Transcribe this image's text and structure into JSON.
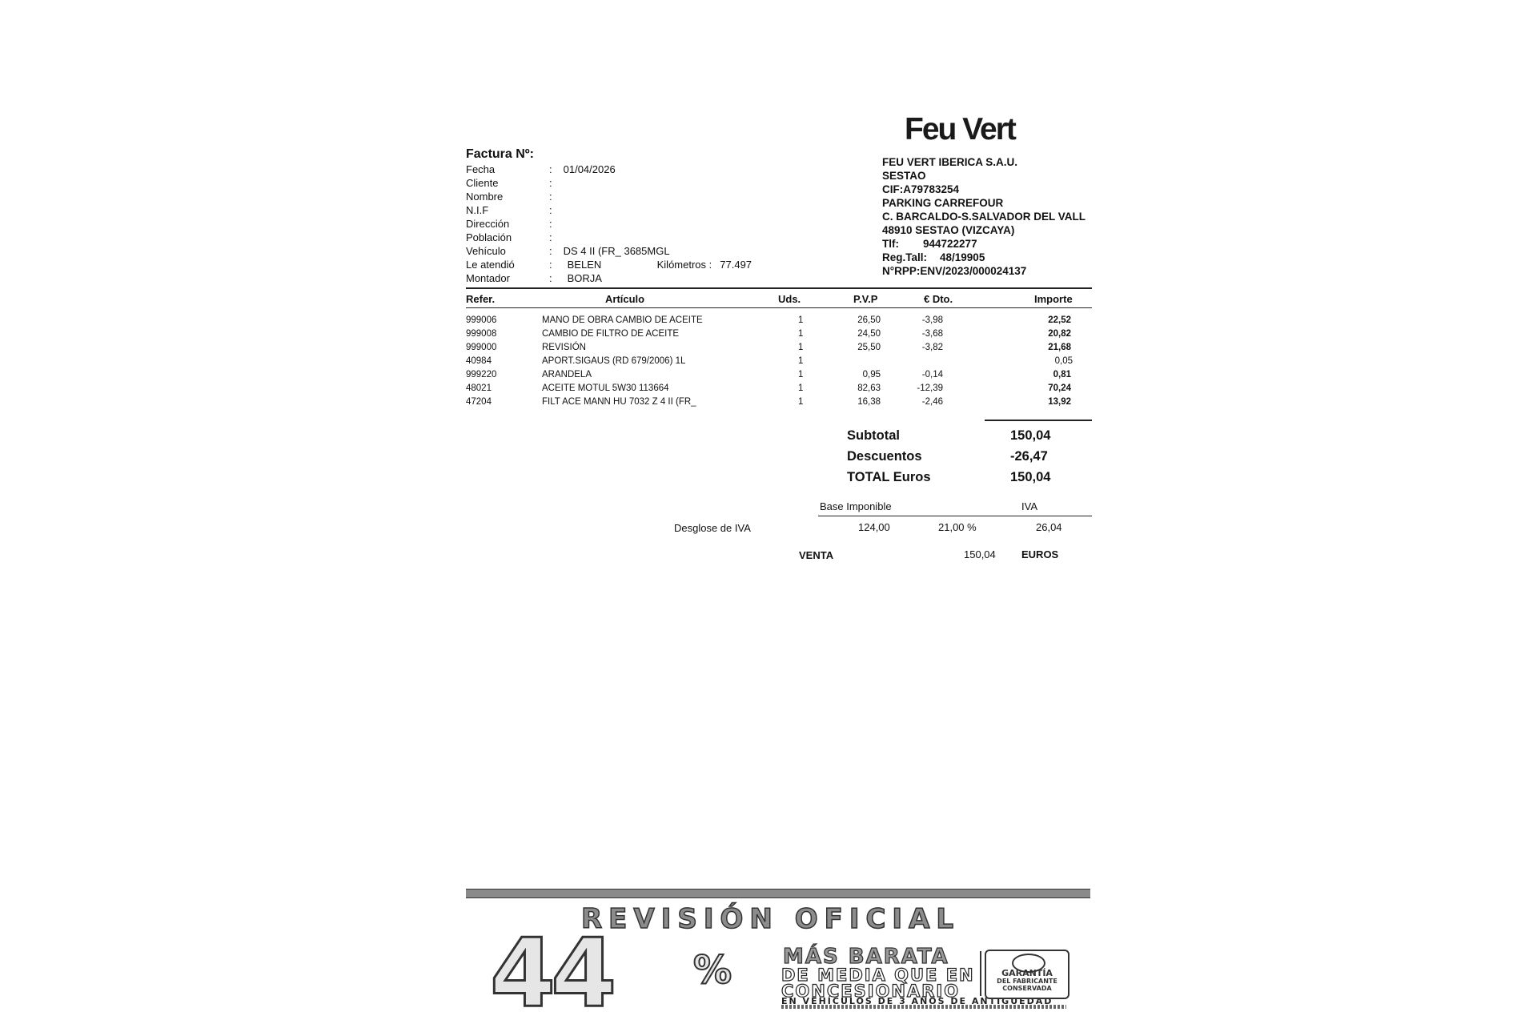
{
  "brand": {
    "logo": "Feu Vert"
  },
  "company": {
    "lines": [
      "FEU VERT IBERICA S.A.U.",
      "SESTAO",
      "CIF:A79783254",
      "PARKING CARREFOUR",
      "C. BARCALDO-S.SALVADOR DEL VALL",
      "48910 SESTAO (VIZCAYA)"
    ],
    "tlf_label": "Tlf:",
    "tlf_value": "944722277",
    "regtall_label": "Reg.Tall:",
    "regtall_value": "48/19905",
    "nrpp": "N°RPP:ENV/2023/000024137"
  },
  "invoice": {
    "title": "Factura Nº:",
    "fields": [
      {
        "label": "Fecha",
        "value": "01/04/2026"
      },
      {
        "label": "Cliente",
        "value": ""
      },
      {
        "label": "Nombre",
        "value": ""
      },
      {
        "label": "N.I.F",
        "value": ""
      },
      {
        "label": "Dirección",
        "value": ""
      },
      {
        "label": "Población",
        "value": ""
      },
      {
        "label": "Vehículo",
        "value": "DS  4 II (FR_ 3685MGL"
      },
      {
        "label": "Le atendió",
        "value": "BELEN"
      },
      {
        "label": "Montador",
        "value": "BORJA"
      }
    ],
    "km_label": "Kilómetros :",
    "km_value": "77.497"
  },
  "table": {
    "headers": {
      "ref": "Refer.",
      "article": "Artículo",
      "units": "Uds.",
      "pvp": "P.V.P",
      "discount": "€ Dto.",
      "amount": "Importe"
    },
    "rows": [
      {
        "ref": "999006",
        "article": "MANO DE OBRA CAMBIO DE ACEITE",
        "units": "1",
        "pvp": "26,50",
        "discount": "-3,98",
        "amount": "22,52"
      },
      {
        "ref": "999008",
        "article": "CAMBIO DE FILTRO DE ACEITE",
        "units": "1",
        "pvp": "24,50",
        "discount": "-3,68",
        "amount": "20,82"
      },
      {
        "ref": "999000",
        "article": "REVISIÓN",
        "units": "1",
        "pvp": "25,50",
        "discount": "-3,82",
        "amount": "21,68"
      },
      {
        "ref": "40984",
        "article": "APORT.SIGAUS (RD 679/2006) 1L",
        "units": "1",
        "pvp": "",
        "discount": "",
        "amount": "0,05"
      },
      {
        "ref": "999220",
        "article": "ARANDELA",
        "units": "1",
        "pvp": "0,95",
        "discount": "-0,14",
        "amount": "0,81"
      },
      {
        "ref": "48021",
        "article": "ACEITE MOTUL 5W30 113664",
        "units": "1",
        "pvp": "82,63",
        "discount": "-12,39",
        "amount": "70,24"
      },
      {
        "ref": "47204",
        "article": "FILT ACE MANN HU 7032 Z  4 II (FR_",
        "units": "1",
        "pvp": "16,38",
        "discount": "-2,46",
        "amount": "13,92"
      }
    ]
  },
  "totals": {
    "subtotal_label": "Subtotal",
    "subtotal_value": "150,04",
    "discounts_label": "Descuentos",
    "discounts_value": "-26,47",
    "total_label": "TOTAL Euros",
    "total_value": "150,04"
  },
  "tax": {
    "base_label": "Base Imponible",
    "iva_label": "IVA",
    "breakdown_label": "Desglose de IVA",
    "base_value": "124,00",
    "rate": "21,00 %",
    "iva_value": "26,04"
  },
  "sale": {
    "label": "VENTA",
    "value": "150,04",
    "currency": "EUROS"
  },
  "banner": {
    "title": "REVISIÓN OFICIAL",
    "big": "44",
    "pct": "%",
    "line1": "MÁS BARATA",
    "line2": "DE MEDIA QUE EN",
    "line3": "CONCESIONARIO",
    "line4": "EN VEHÍCULOS DE 3 AÑOS DE ANTIGÜEDAD",
    "badge1": "GARANTÍA",
    "badge2": "DEL FABRICANTE",
    "badge3": "CONSERVADA"
  }
}
